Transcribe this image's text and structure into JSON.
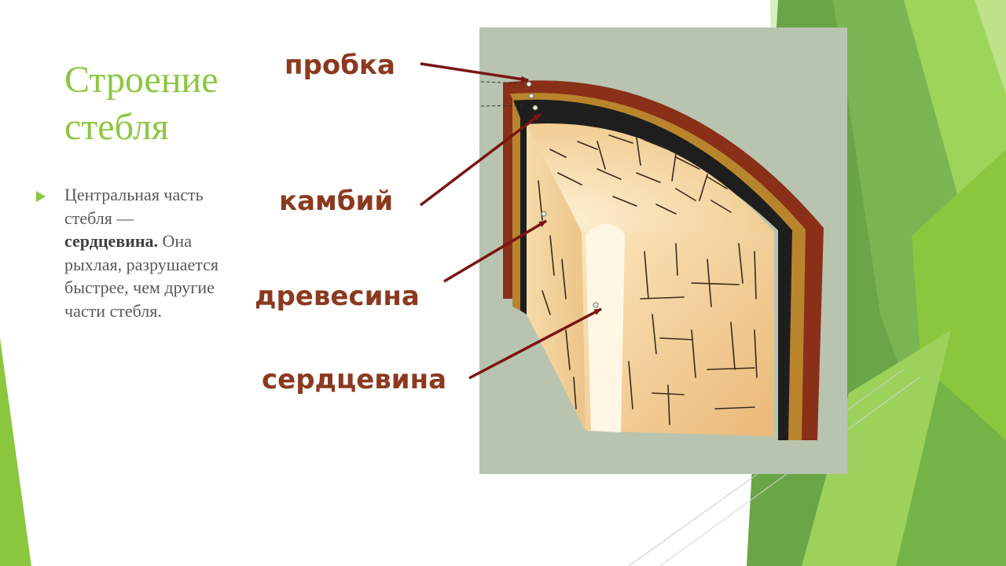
{
  "slide": {
    "title_line1": "Строение",
    "title_line2": "стебля",
    "body": {
      "text1": "Центральная часть стебля — ",
      "bold": "сердцевина.",
      "text2": " Она рыхлая, разрушается быстрее, чем другие части стебля."
    }
  },
  "diagram": {
    "labels": {
      "cork": "пробка",
      "cambium": "камбий",
      "wood": "древесина",
      "pith": "сердцевина"
    }
  },
  "colors": {
    "title": "#8cc63f",
    "label": "#8b3a1f",
    "arrow": "#7a1414",
    "text": "#595959"
  }
}
